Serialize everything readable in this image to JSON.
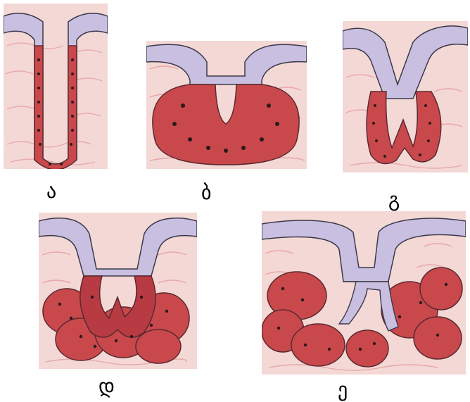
{
  "figure": {
    "panels": [
      {
        "id": "a",
        "label": "ა",
        "type": "simple-tubular"
      },
      {
        "id": "b",
        "label": "ბ",
        "type": "simple-alveolar"
      },
      {
        "id": "c",
        "label": "გ",
        "type": "simple-branched-tubular"
      },
      {
        "id": "d",
        "label": "დ",
        "type": "compound-tubuloalveolar"
      },
      {
        "id": "e",
        "label": "ე",
        "type": "compound-alveolar"
      }
    ],
    "colors": {
      "tissue": "#f4d8d6",
      "fiber": "#e6a8a8",
      "epithelium": "#c9bfe0",
      "epithelium_border": "#3a3a4a",
      "secretory": "#c9484c",
      "secretory_dark": "#9c2530",
      "nucleus": "#2a1a1a",
      "outline": "#5a2a30"
    }
  }
}
